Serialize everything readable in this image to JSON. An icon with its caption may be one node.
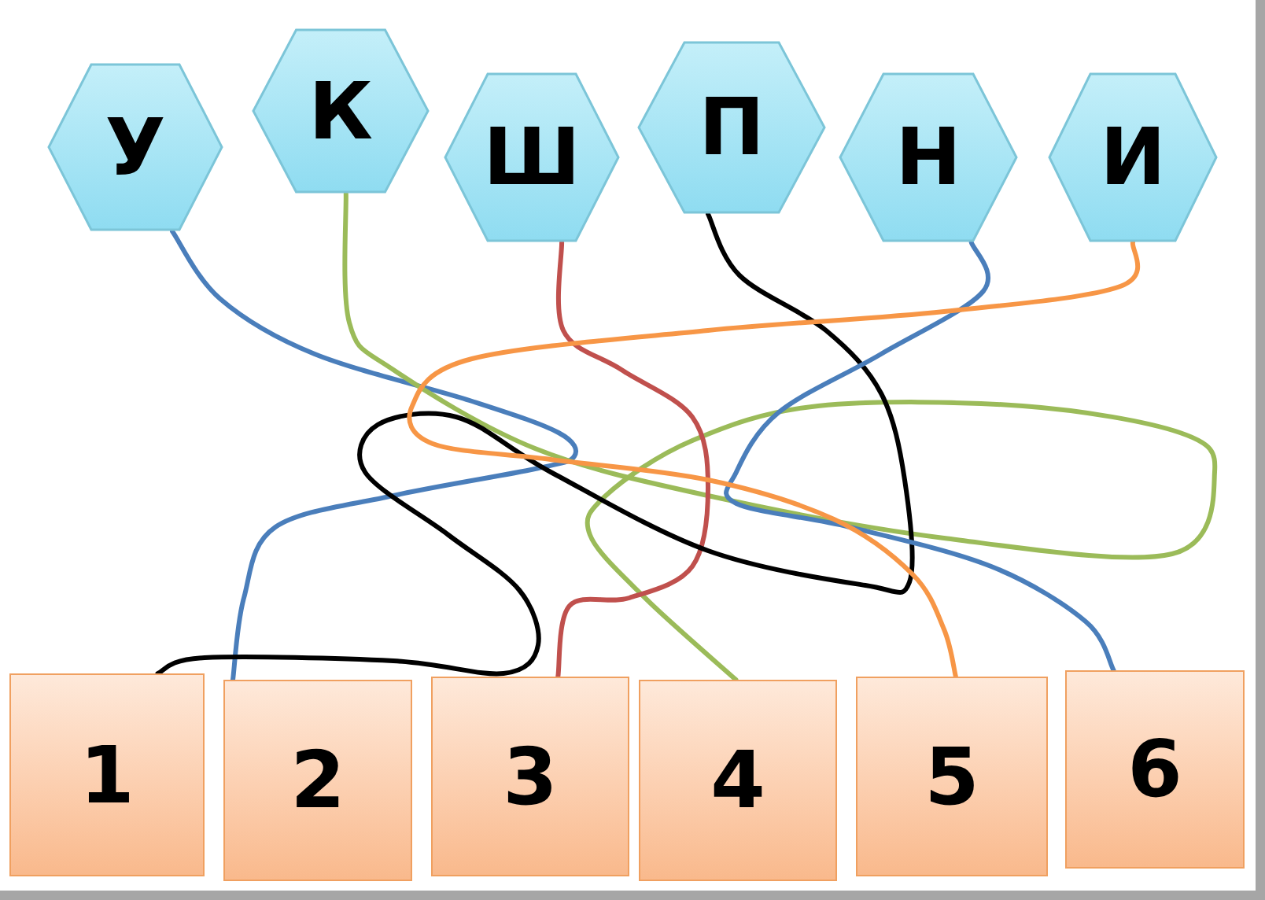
{
  "diagram": {
    "nodes": [
      {
        "text": [
          "У"
        ]
      },
      {
        "text": [
          "К"
        ]
      },
      {
        "text": [
          "Ш"
        ]
      },
      {
        "text": [
          "П"
        ]
      },
      {
        "text": [
          "Н"
        ]
      },
      {
        "text": [
          "И"
        ]
      },
      {
        "text": [
          "1"
        ]
      },
      {
        "text": [
          "2"
        ]
      },
      {
        "text": [
          "3"
        ]
      },
      {
        "text": [
          "4"
        ]
      },
      {
        "text": [
          "5"
        ]
      },
      {
        "text": [
          "6"
        ]
      }
    ],
    "edges": [
      {
        "from": 0,
        "to": 7,
        "arrow": "none",
        "color": "#4a7ebb"
      },
      {
        "from": 1,
        "to": 9,
        "arrow": "none",
        "color": "#9bbb59"
      },
      {
        "from": 2,
        "to": 8,
        "arrow": "none",
        "color": "#c0504d"
      },
      {
        "from": 3,
        "to": 6,
        "arrow": "none",
        "color": "#000000"
      },
      {
        "from": 4,
        "to": 11,
        "arrow": "none",
        "color": "#4a7ebb"
      },
      {
        "from": 5,
        "to": 10,
        "arrow": "none",
        "color": "#f79646"
      }
    ]
  }
}
